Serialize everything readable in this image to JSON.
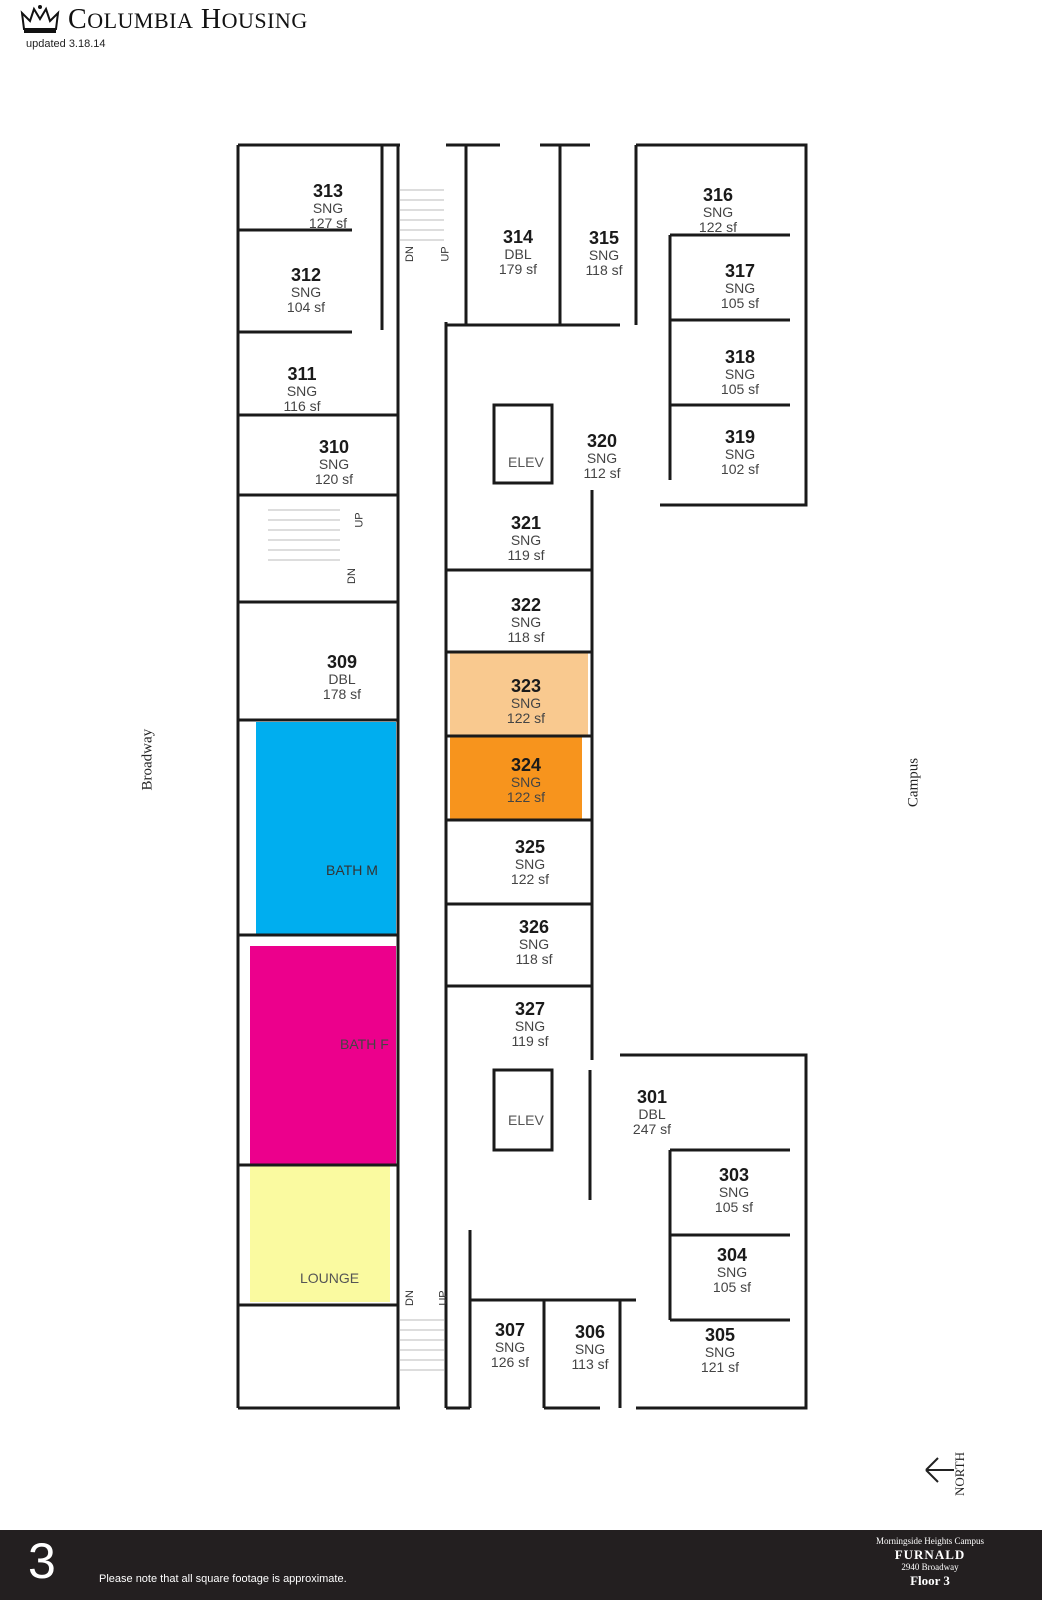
{
  "header": {
    "brand_first": "C",
    "brand_rest": "OLUMBIA",
    "brand_second_first": "H",
    "brand_second_rest": "OUSING",
    "updated": "updated 3.18.14"
  },
  "streets": {
    "west": "Broadway",
    "east": "Campus"
  },
  "rooms": [
    {
      "num": "313",
      "type": "SNG",
      "sf": "127 sf"
    },
    {
      "num": "312",
      "type": "SNG",
      "sf": "104 sf"
    },
    {
      "num": "311",
      "type": "SNG",
      "sf": "116 sf"
    },
    {
      "num": "310",
      "type": "SNG",
      "sf": "120 sf"
    },
    {
      "num": "309",
      "type": "DBL",
      "sf": "178 sf"
    },
    {
      "num": "314",
      "type": "DBL",
      "sf": "179 sf"
    },
    {
      "num": "315",
      "type": "SNG",
      "sf": "118 sf"
    },
    {
      "num": "316",
      "type": "SNG",
      "sf": "122 sf"
    },
    {
      "num": "317",
      "type": "SNG",
      "sf": "105 sf"
    },
    {
      "num": "318",
      "type": "SNG",
      "sf": "105 sf"
    },
    {
      "num": "319",
      "type": "SNG",
      "sf": "102 sf"
    },
    {
      "num": "320",
      "type": "SNG",
      "sf": "112 sf"
    },
    {
      "num": "321",
      "type": "SNG",
      "sf": "119 sf"
    },
    {
      "num": "322",
      "type": "SNG",
      "sf": "118 sf"
    },
    {
      "num": "323",
      "type": "SNG",
      "sf": "122 sf"
    },
    {
      "num": "324",
      "type": "SNG",
      "sf": "122 sf"
    },
    {
      "num": "325",
      "type": "SNG",
      "sf": "122 sf"
    },
    {
      "num": "326",
      "type": "SNG",
      "sf": "118 sf"
    },
    {
      "num": "327",
      "type": "SNG",
      "sf": "119 sf"
    },
    {
      "num": "301",
      "type": "DBL",
      "sf": "247 sf"
    },
    {
      "num": "303",
      "type": "SNG",
      "sf": "105 sf"
    },
    {
      "num": "304",
      "type": "SNG",
      "sf": "105 sf"
    },
    {
      "num": "305",
      "type": "SNG",
      "sf": "121 sf"
    },
    {
      "num": "306",
      "type": "SNG",
      "sf": "113 sf"
    },
    {
      "num": "307",
      "type": "SNG",
      "sf": "126 sf"
    }
  ],
  "areas": {
    "elev_top": "ELEV",
    "elev_bottom": "ELEV",
    "bath_m": "BATH M",
    "bath_f": "BATH F",
    "lounge": "LOUNGE"
  },
  "stairs": {
    "dn": "DN",
    "up": "UP"
  },
  "colors": {
    "room_323": "#f9c98f",
    "room_324": "#f7941d",
    "bath_m": "#00aeef",
    "bath_f": "#ec008c",
    "lounge": "#fafaa0",
    "footer": "#231f20"
  },
  "compass": {
    "label": "NORTH"
  },
  "footer": {
    "floor_number": "3",
    "note": "Please note that all square footage is approximate.",
    "campus": "Morningside Heights Campus",
    "building": "FURNALD",
    "address": "2940 Broadway",
    "floor_label": "Floor 3"
  }
}
